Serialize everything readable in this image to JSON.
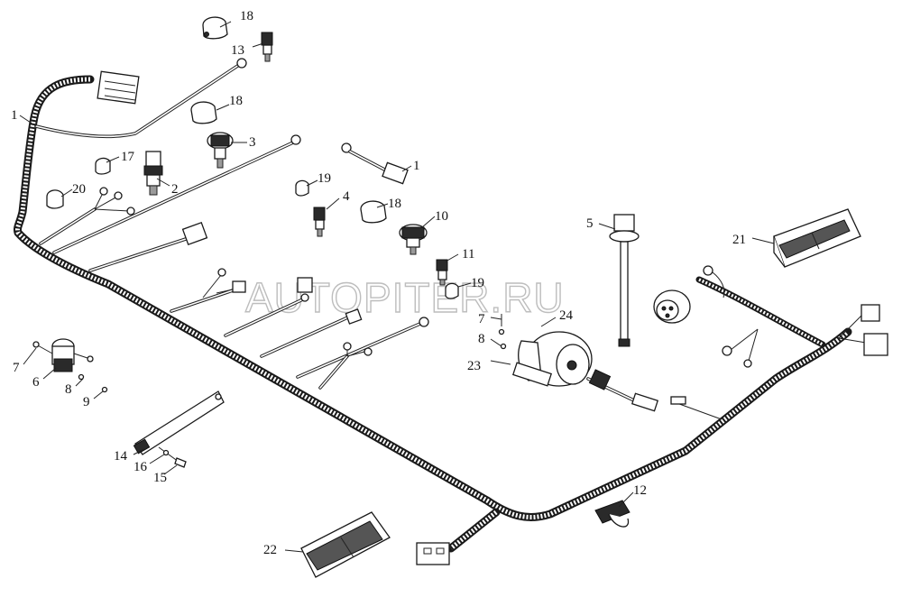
{
  "watermark": "AUTOPITER.RU",
  "callouts": {
    "c1a": "1",
    "c1b": "1",
    "c2": "2",
    "c3": "3",
    "c4": "4",
    "c5": "5",
    "c6": "6",
    "c7a": "7",
    "c7b": "7",
    "c8a": "8",
    "c8b": "8",
    "c9": "9",
    "c10": "10",
    "c11": "11",
    "c12": "12",
    "c13": "13",
    "c14": "14",
    "c15": "15",
    "c16": "16",
    "c17": "17",
    "c18a": "18",
    "c18b": "18",
    "c18c": "18",
    "c19a": "19",
    "c19b": "19",
    "c20": "20",
    "c21": "21",
    "c22": "22",
    "c23": "23",
    "c24": "24"
  }
}
